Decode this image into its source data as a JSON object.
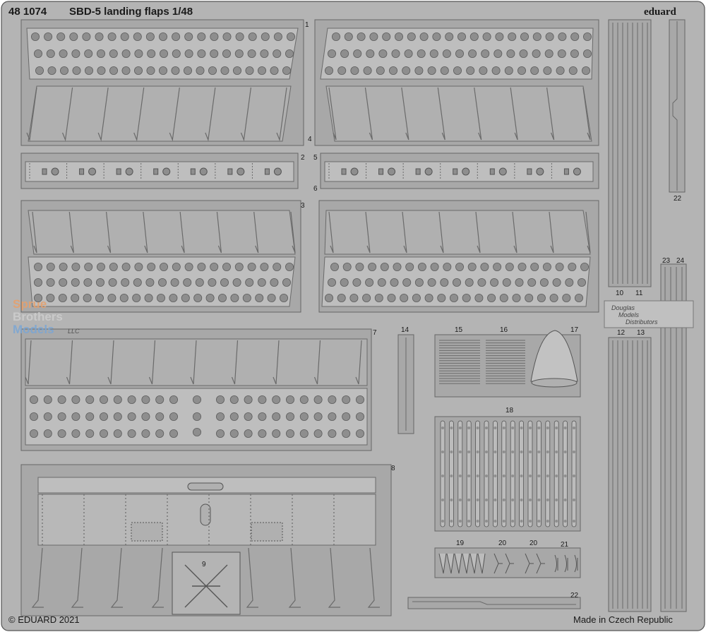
{
  "header": {
    "product_number": "48 1074",
    "title": "SBD-5 landing flaps 1/48",
    "brand": "eduard"
  },
  "footer": {
    "copyright": "© EDUARD 2021",
    "origin": "Made in Czech Republic"
  },
  "watermarks": {
    "scale_modeling": [
      "Sprue",
      "Brothers",
      "Models"
    ],
    "scale_modeling_suffix": "LLC",
    "distributor": [
      "Douglas",
      "Models",
      "Distributors"
    ]
  },
  "part_numbers": {
    "p1": "1",
    "p2": "2",
    "p3": "3",
    "p4": "4",
    "p5": "5",
    "p6": "6",
    "p7": "7",
    "p8": "8",
    "p9": "9",
    "p10": "10",
    "p11": "11",
    "p12": "12",
    "p13": "13",
    "p14": "14",
    "p15": "15",
    "p16": "16",
    "p17": "17",
    "p18": "18",
    "p19": "19",
    "p20a": "20",
    "p20b": "20",
    "p21": "21",
    "p22a": "22",
    "p22b": "22",
    "p23": "23",
    "p24": "24"
  },
  "colors": {
    "fret": "#b4b4b4",
    "panel": "#a4a4a4",
    "hole": "#8e8e8e",
    "line": "#6a6a6a",
    "background": "#ffffff"
  }
}
